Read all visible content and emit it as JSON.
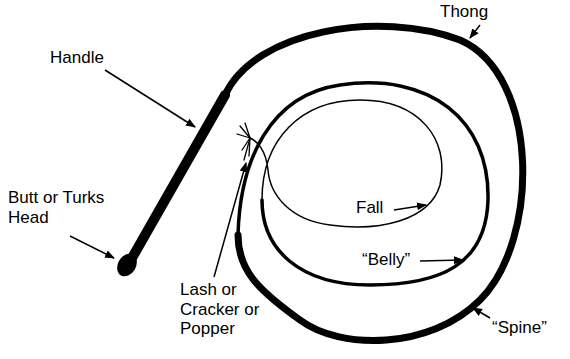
{
  "diagram": {
    "labels": [
      "Thong",
      "Handle",
      "Butt or Turks Head",
      "Fall",
      "“Belly”",
      "“Spine”",
      "Lash or Cracker or Popper"
    ]
  }
}
